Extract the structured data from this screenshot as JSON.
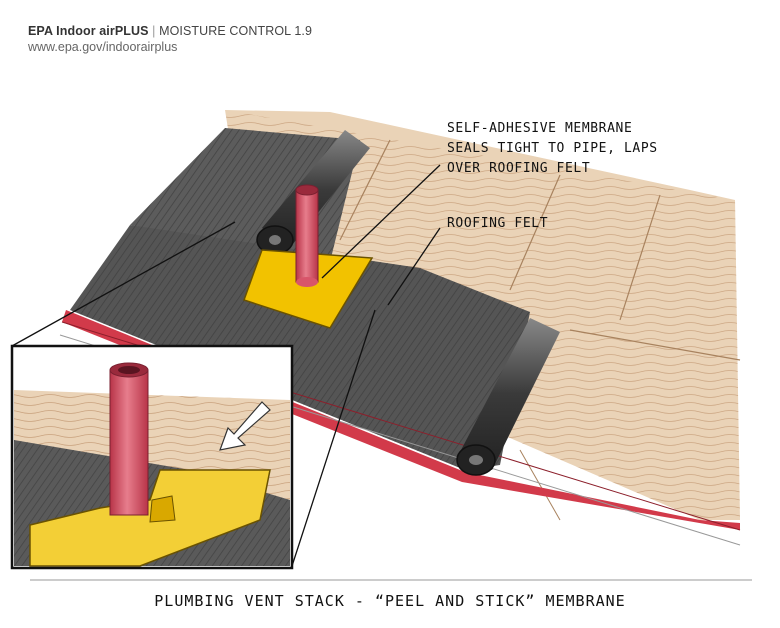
{
  "header": {
    "brand": "EPA Indoor airPLUS",
    "separator": "|",
    "section": "MOISTURE CONTROL 1.9",
    "url": "www.epa.gov/indoorairplus"
  },
  "callouts": {
    "membrane_line1": "SELF-ADHESIVE MEMBRANE",
    "membrane_line2": "SEALS TIGHT TO PIPE, LAPS",
    "membrane_line3": "OVER ROOFING FELT",
    "felt": "ROOFING FELT"
  },
  "caption": "PLUMBING VENT STACK - “PEEL AND STICK” MEMBRANE",
  "colors": {
    "felt": "#4a4a4a",
    "membrane": "#f2c200",
    "pipe": "#d8556a",
    "sheathing": "#e9cfb0",
    "fascia": "#d23a4a"
  }
}
